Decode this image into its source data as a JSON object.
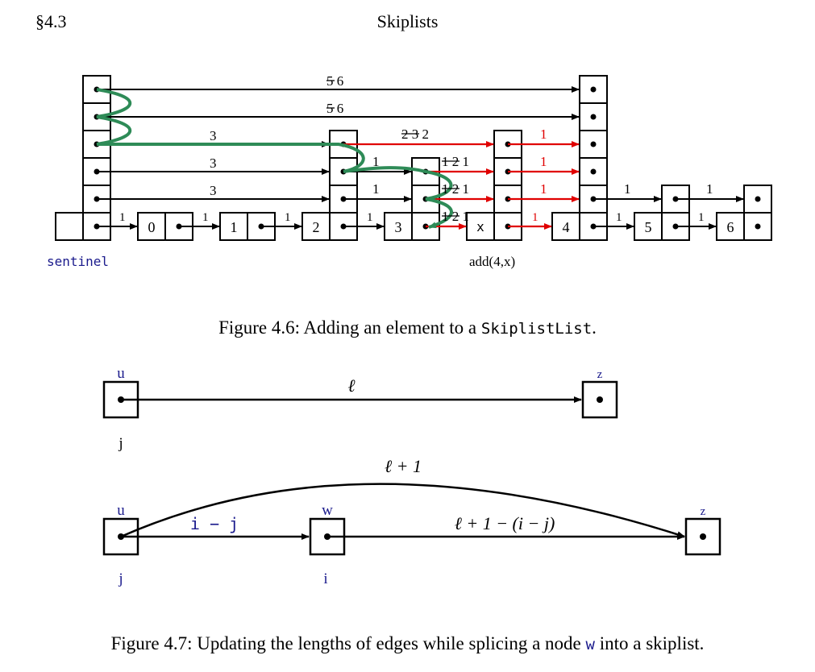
{
  "header": {
    "section": "§4.3",
    "title": "Skiplists"
  },
  "fig46": {
    "nodes": [
      "0",
      "1",
      "2",
      "3",
      "x",
      "4",
      "5",
      "6"
    ],
    "sentinel_label": "sentinel",
    "op_label": "add(4,x)",
    "edge_labels": {
      "top": "5 6",
      "second": "5 6",
      "s_to_n2_l3": "3",
      "s_to_n2_l2": "3",
      "s_to_n2_l1": "3",
      "n2_to_x_l3": "2 3 2",
      "n2_to_n3_l2": "1",
      "n3_to_x_l2": "1 2 1",
      "n2_to_n3_l1": "1",
      "n3_to_x_l1": "1 2 1",
      "n3_to_x_l0": "1 2 1",
      "one": "1",
      "red_one": "1"
    },
    "caption_prefix": "Figure 4.6: Adding an element to a ",
    "caption_code": "SkiplistList",
    "caption_suffix": "."
  },
  "fig47": {
    "u": "u",
    "z": "z",
    "w": "w",
    "j": "j",
    "i": "i",
    "ell": "ℓ",
    "ell_plus_1": "ℓ + 1",
    "i_minus_j": "i − j",
    "rest": "ℓ + 1 − (i − j)",
    "caption_prefix": "Figure 4.7: Updating the lengths of edges while splicing a node ",
    "caption_code": "w",
    "caption_suffix": " into a skiplist."
  },
  "colors": {
    "search_path": "#2e8b57",
    "updated_edge": "#e00000",
    "label_blue": "#1a1a8c"
  }
}
